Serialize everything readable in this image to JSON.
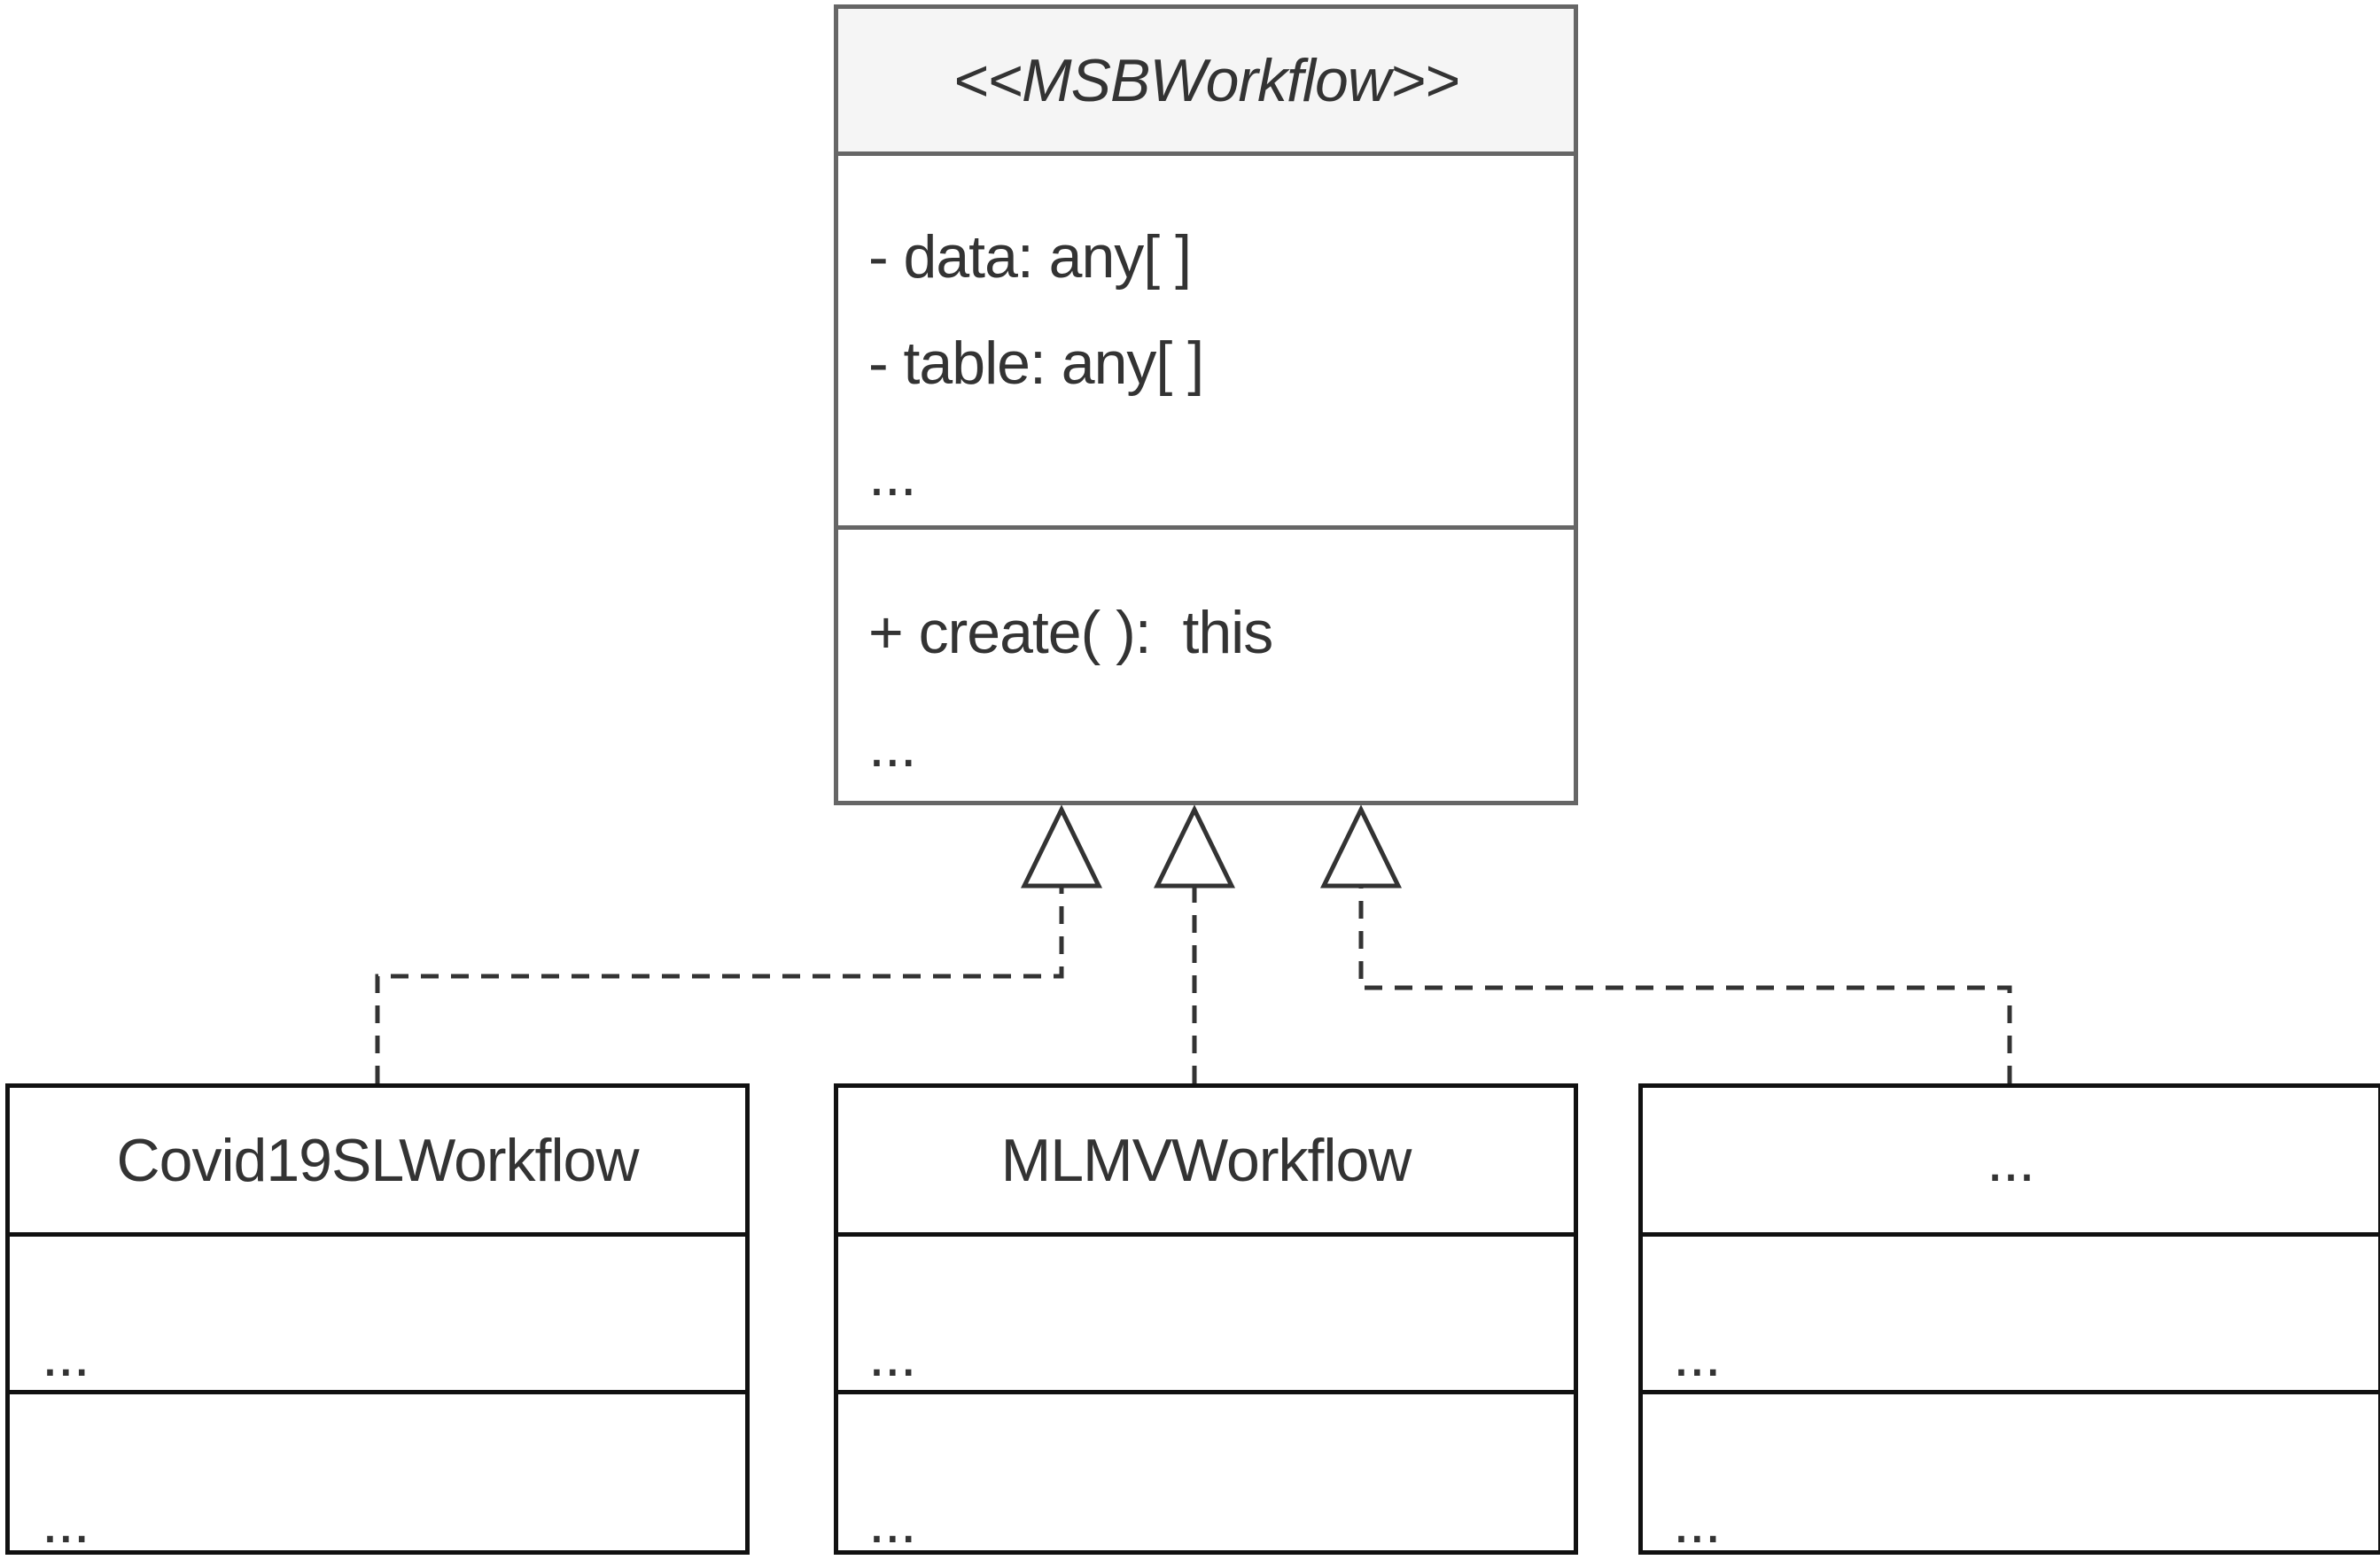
{
  "interface": {
    "name": "<<MSBWorkflow>>",
    "attributes": [
      "- data: any[ ]",
      "- table: any[ ]",
      "..."
    ],
    "operations": [
      "+ create( ):  this",
      "..."
    ]
  },
  "classes": [
    {
      "name": "Covid19SLWorkflow",
      "attributes": [
        "..."
      ],
      "operations": [
        "..."
      ]
    },
    {
      "name": "MLMVWorkflow",
      "attributes": [
        "..."
      ],
      "operations": [
        "..."
      ]
    },
    {
      "name": "...",
      "attributes": [
        "..."
      ],
      "operations": [
        "..."
      ]
    }
  ],
  "relations": [
    {
      "from": "Covid19SLWorkflow",
      "to": "<<MSBWorkflow>>",
      "type": "realization"
    },
    {
      "from": "MLMVWorkflow",
      "to": "<<MSBWorkflow>>",
      "type": "realization"
    },
    {
      "from": "...",
      "to": "<<MSBWorkflow>>",
      "type": "realization"
    }
  ],
  "colors": {
    "interface_border": "#666666",
    "interface_header_fill": "#f5f5f5",
    "class_border": "#111111",
    "connector": "#333333",
    "text": "#333333"
  }
}
